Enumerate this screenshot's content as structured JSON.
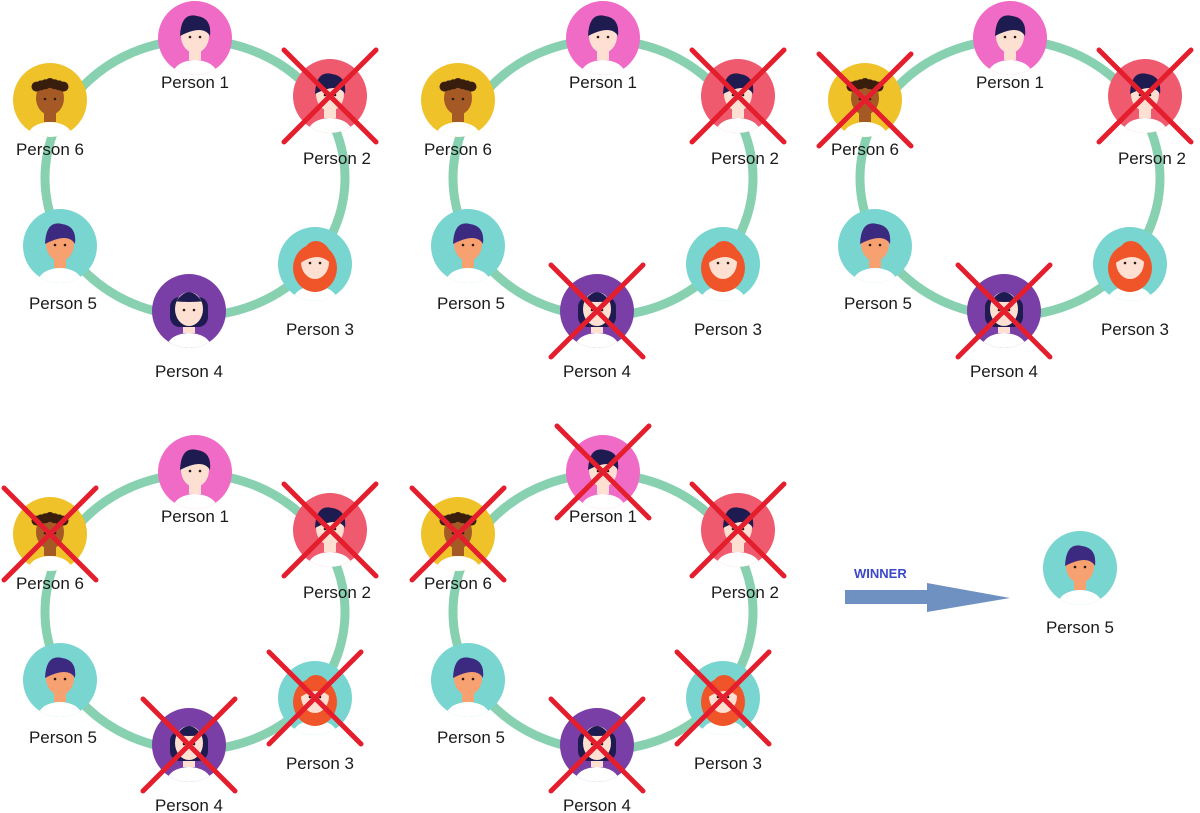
{
  "people": [
    {
      "id": 1,
      "label": "Person 1",
      "bg": "#f06bc6",
      "skin": "#fde0d2",
      "hair": "#1d1b4f",
      "style": "f1"
    },
    {
      "id": 2,
      "label": "Person 2",
      "bg": "#ef5a6f",
      "skin": "#fde0d2",
      "hair": "#1d1b4f",
      "style": "m2"
    },
    {
      "id": 3,
      "label": "Person 3",
      "bg": "#79d5d0",
      "skin": "#fde0d2",
      "hair": "#f0552a",
      "style": "red"
    },
    {
      "id": 4,
      "label": "Person 4",
      "bg": "#7a3fa6",
      "skin": "#fde0d2",
      "hair": "#1d1b4f",
      "style": "bangs"
    },
    {
      "id": 5,
      "label": "Person 5",
      "bg": "#79d5d0",
      "skin": "#f7a070",
      "hair": "#3b2a80",
      "style": "short"
    },
    {
      "id": 6,
      "label": "Person 6",
      "bg": "#efc22a",
      "skin": "#a55a25",
      "hair": "#3a1e0d",
      "style": "curly"
    }
  ],
  "rounds": [
    {
      "eliminated": [
        2
      ]
    },
    {
      "eliminated": [
        2,
        4
      ]
    },
    {
      "eliminated": [
        2,
        4,
        6
      ]
    },
    {
      "eliminated": [
        2,
        4,
        6,
        3
      ]
    },
    {
      "eliminated": [
        2,
        4,
        6,
        3,
        1
      ]
    }
  ],
  "winner": {
    "arrow_label": "WINNER",
    "person_id": 5,
    "label": "Person 5"
  },
  "colors": {
    "ring": "#88d1b0",
    "cross": "#e41e2d",
    "arrow": "#6f91c1",
    "winner_text": "#3b48c9"
  }
}
